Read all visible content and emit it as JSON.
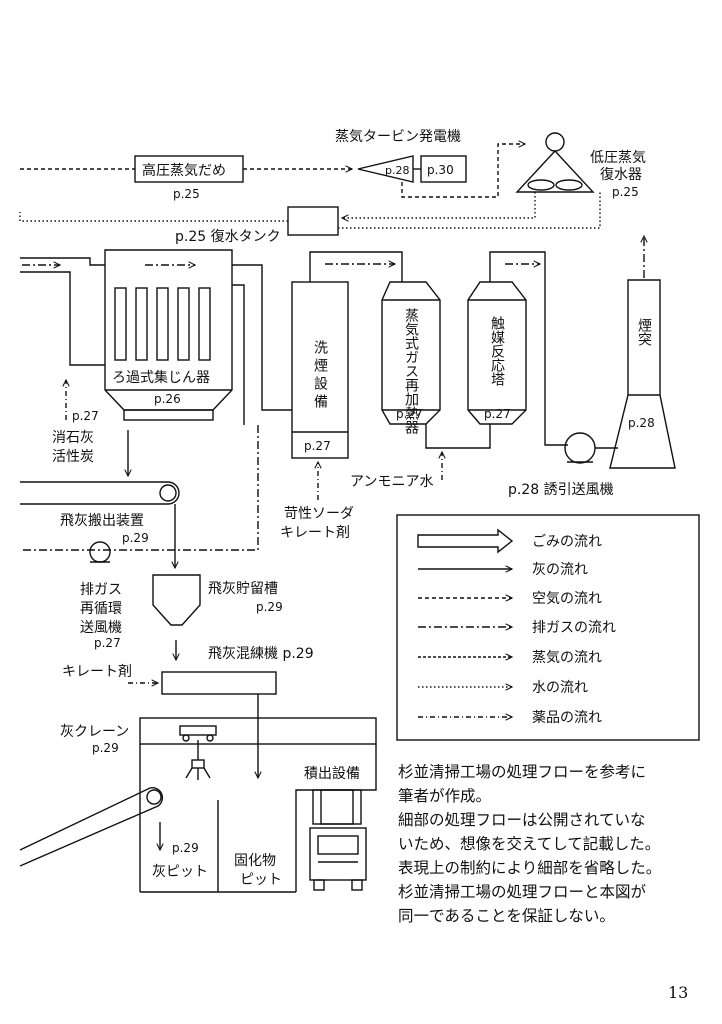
{
  "labels": {
    "turbine_title": "蒸気タービン発電機",
    "steam_reservoir": "高圧蒸気だめ",
    "steam_reservoir_page": "p.25",
    "turbine_page": "p.28",
    "generator_page": "p.30",
    "lp_condenser_line1": "低圧蒸気",
    "lp_condenser_line2": "復水器",
    "lp_condenser_page": "p.25",
    "condensate_tank": "p.25 復水タンク",
    "bag_filter": "ろ過式集じん器",
    "bag_filter_page": "p.26",
    "scrubber": "洗煙設備",
    "scrubber_page": "p.27",
    "reheater": "蒸気式ガス再加熱器",
    "reheater_page": "p.27",
    "catalyst": "触媒反応塔",
    "catalyst_page": "p.27",
    "stack": "煙突",
    "stack_page": "p.28",
    "lime_page": "p.27",
    "lime_line1": "消石灰",
    "lime_line2": "活性炭",
    "fly_ash_conveyor": "飛灰搬出装置",
    "fly_ash_conveyor_page": "p.29",
    "caustic_line1": "苛性ソーダ",
    "caustic_line2": "キレート剤",
    "ammonia": "アンモニア水",
    "idf": "p.28 誘引送風機",
    "recirc_line1": "排ガス",
    "recirc_line2": "再循環",
    "recirc_line3": "送風機",
    "recirc_page": "p.27",
    "silo": "飛灰貯留槽",
    "silo_page": "p.29",
    "mixer": "飛灰混練機 p.29",
    "chelate": "キレート剤",
    "ash_crane": "灰クレーン",
    "ash_crane_page": "p.29",
    "loading": "積出設備",
    "ash_pit_page": "p.29",
    "ash_pit": "灰ピット",
    "solid_pit_line1": "固化物",
    "solid_pit_line2": "ピット"
  },
  "legend": [
    {
      "style": "refuse",
      "label": "ごみの流れ"
    },
    {
      "style": "ash",
      "label": "灰の流れ"
    },
    {
      "style": "air",
      "label": "空気の流れ"
    },
    {
      "style": "exhaust",
      "label": "排ガスの流れ"
    },
    {
      "style": "steam",
      "label": "蒸気の流れ"
    },
    {
      "style": "water",
      "label": "水の流れ"
    },
    {
      "style": "chemical",
      "label": "薬品の流れ"
    }
  ],
  "note": "杉並清掃工場の処理フローを参考に\n筆者が作成。\n細部の処理フローは公開されていな\nいため、想像を交えてして記載した。\n表現上の制約により細部を省略した。\n杉並清掃工場の処理フローと本図が\n同一であることを保証しない。",
  "page_number": "13"
}
